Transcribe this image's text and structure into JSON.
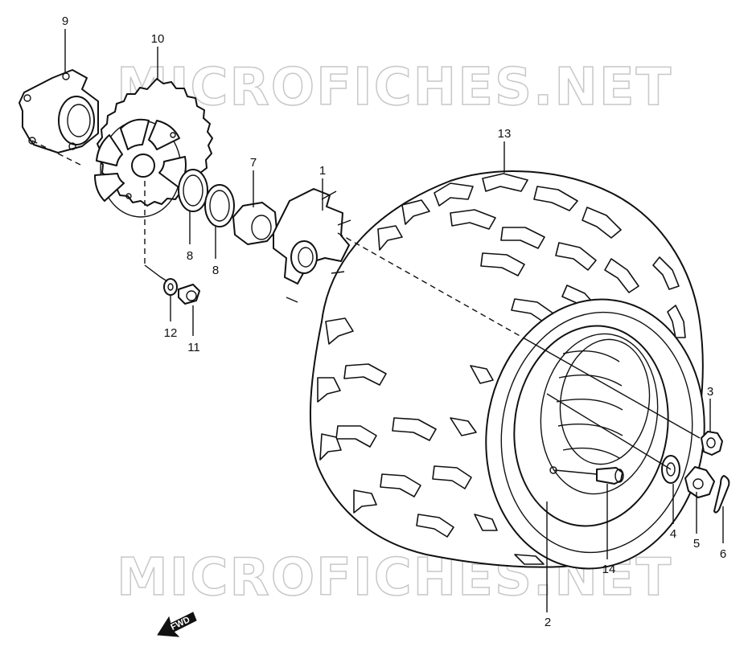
{
  "watermark": {
    "top": "MICROFICHES.NET",
    "bottom": "MICROFICHES.NET"
  },
  "direction_label": "FWD",
  "parts": [
    {
      "id": "p1",
      "number": "1"
    },
    {
      "id": "p2",
      "number": "2"
    },
    {
      "id": "p3",
      "number": "3"
    },
    {
      "id": "p4",
      "number": "4"
    },
    {
      "id": "p5",
      "number": "5"
    },
    {
      "id": "p6",
      "number": "6"
    },
    {
      "id": "p7",
      "number": "7"
    },
    {
      "id": "p8a",
      "number": "8"
    },
    {
      "id": "p8b",
      "number": "8"
    },
    {
      "id": "p9",
      "number": "9"
    },
    {
      "id": "p10",
      "number": "10"
    },
    {
      "id": "p11",
      "number": "11"
    },
    {
      "id": "p12",
      "number": "12"
    },
    {
      "id": "p13",
      "number": "13"
    },
    {
      "id": "p14",
      "number": "14"
    }
  ]
}
